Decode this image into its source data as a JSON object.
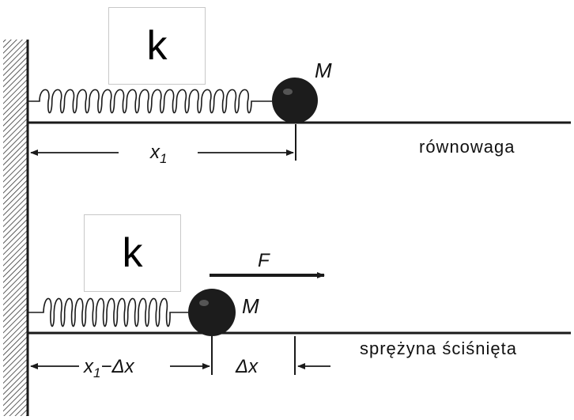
{
  "diagram": {
    "top": {
      "spring_constant_label": "k",
      "mass_label": "M",
      "length_label": "x",
      "length_subscript": "1",
      "state_label": "równowaga"
    },
    "bottom": {
      "spring_constant_label": "k",
      "mass_label": "M",
      "force_label": "F",
      "length_label_main": "x",
      "length_subscript": "1",
      "length_label_tail": "−Δx",
      "delta_label": "Δx",
      "state_label": "sprężyna ściśnięta"
    },
    "colors": {
      "ink": "#1a1a1a",
      "mass_fill": "#1c1c1c",
      "box_border": "#c8c8c8"
    }
  }
}
